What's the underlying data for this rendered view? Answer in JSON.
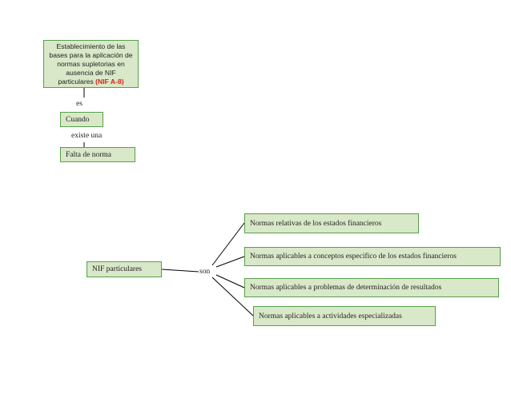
{
  "top_concept": {
    "text": "Establecimiento de las bases para la aplicación de normas supletorias en ausencia de NIF particulares",
    "highlight": "(NIF A-8)"
  },
  "link_es": "es",
  "node_cuando": "Cuando",
  "link_existe": "existe una",
  "node_falta": "Falta de norma",
  "node_nif": "NIF particulares",
  "link_son": "son",
  "branches": [
    "Normas relativas de los estados financieros",
    "Normas aplicables a conceptos especifico de los estados financieros",
    "Normas aplicables a problemas de determinación de resultados",
    "Normas aplicables a actividades especializadas"
  ],
  "colors": {
    "node_fill": "#d9e8c8",
    "node_border": "#56a04a",
    "highlight": "#e0201c",
    "line": "#000000"
  }
}
